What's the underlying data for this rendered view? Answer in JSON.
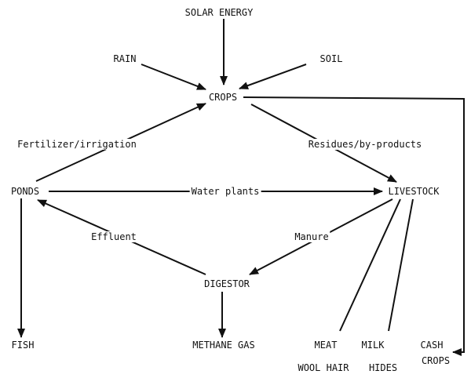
{
  "nodes": {
    "solar_energy": "SOLAR ENERGY",
    "rain": "RAIN",
    "soil": "SOIL",
    "crops": "CROPS",
    "ponds": "PONDS",
    "livestock": "LIVESTOCK",
    "digestor": "DIGESTOR",
    "fish": "FISH",
    "methane_gas": "METHANE GAS",
    "meat": "MEAT",
    "milk": "MILK",
    "cash_crops_line1": "CASH",
    "cash_crops_line2": "CROPS",
    "wool_hair": "WOOL HAIR",
    "hides": "HIDES"
  },
  "edges": {
    "fertilizer_irrigation": "Fertilizer/irrigation",
    "residues_byproducts": "Residues/by-products",
    "water_plants": "Water plants",
    "effluent": "Effluent",
    "manure": "Manure"
  },
  "colors": {
    "ink": "#111111",
    "background": "#ffffff"
  }
}
